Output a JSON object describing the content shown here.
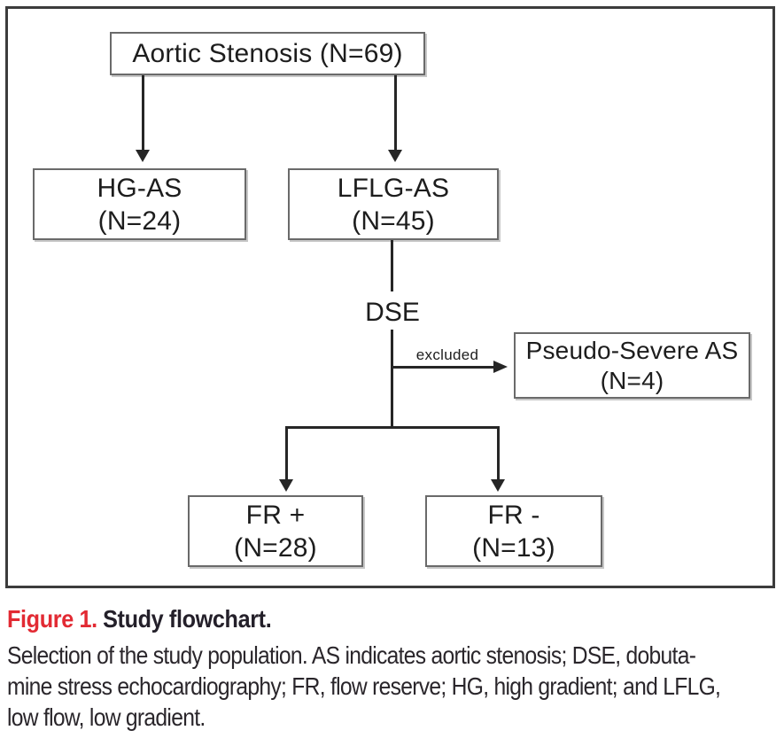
{
  "figure": {
    "nodes": {
      "aortic": {
        "line1": "Aortic Stenosis (N=69)"
      },
      "hg": {
        "line1": "HG-AS",
        "line2": "(N=24)"
      },
      "lflg": {
        "line1": "LFLG-AS",
        "line2": "(N=45)"
      },
      "pseudo": {
        "line1": "Pseudo-Severe AS",
        "line2": "(N=4)"
      },
      "frp": {
        "line1": "FR +",
        "line2": "(N=28)"
      },
      "frm": {
        "line1": "FR -",
        "line2": "(N=13)"
      }
    },
    "labels": {
      "dse": "DSE",
      "excluded": "excluded"
    }
  },
  "caption": {
    "heading_red": "Figure 1.",
    "heading_black": "Study flowchart.",
    "lines": [
      "Selection of the study population. AS indicates aortic stenosis; DSE, dobuta-",
      "mine stress echocardiography; FR, flow reserve; HG, high gradient; and LFLG,",
      "low flow, low gradient."
    ]
  },
  "colors": {
    "accent_red": "#e22a33",
    "line_color": "#262626",
    "box_border": "#6a6a6a"
  }
}
